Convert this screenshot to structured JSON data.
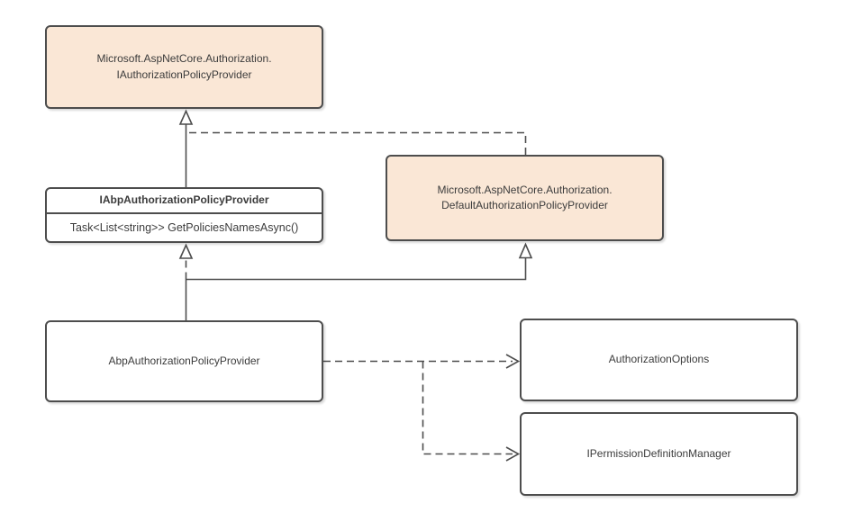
{
  "colors": {
    "highlight_fill": "#FAE7D6",
    "plain_fill": "#FFFFFF",
    "stroke": "#4D4D4D",
    "text_color": "#3C3C3C",
    "canvas_bg": "#FFFFFF"
  },
  "nodes": {
    "iauthorizationPolicyProvider": {
      "line1": "Microsoft.AspNetCore.Authorization.",
      "line2": "IAuthorizationPolicyProvider"
    },
    "defaultAuthorizationPolicyProvider": {
      "line1": "Microsoft.AspNetCore.Authorization.",
      "line2": "DefaultAuthorizationPolicyProvider"
    },
    "iabpAuthorizationPolicyProvider": {
      "title": "IAbpAuthorizationPolicyProvider",
      "method": "Task<List<string>> GetPoliciesNamesAsync()"
    },
    "abpAuthorizationPolicyProvider": {
      "label": "AbpAuthorizationPolicyProvider"
    },
    "authorizationOptions": {
      "label": "AuthorizationOptions"
    },
    "ipermissionDefinitionManager": {
      "label": "IPermissionDefinitionManager"
    }
  }
}
